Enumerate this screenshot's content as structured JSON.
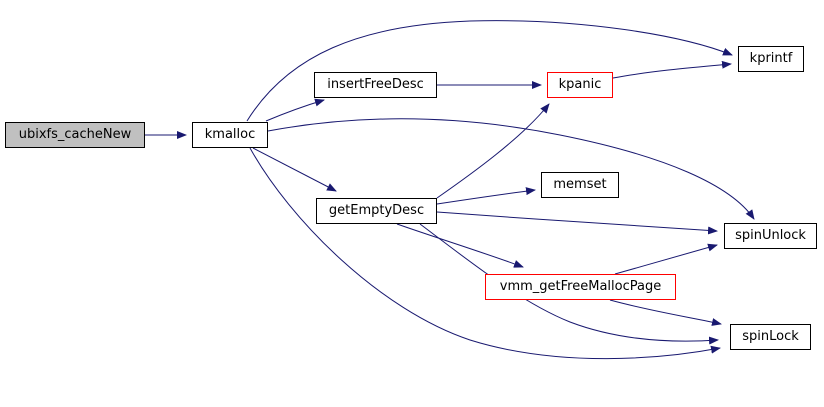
{
  "diagram": {
    "kind": "call-graph",
    "background_color": "#ffffff",
    "edge_color": "#191970",
    "node_border_color": "#000000",
    "highlight_border_color": "#ff0000",
    "current_node_fill": "#c0c0c0",
    "nodes": [
      {
        "id": "ubixfs_cacheNew",
        "label": "ubixfs_cacheNew",
        "fill": "#c0c0c0",
        "border": "#000000",
        "role": "current-function"
      },
      {
        "id": "kmalloc",
        "label": "kmalloc",
        "fill": "#ffffff",
        "border": "#000000",
        "role": "called-function"
      },
      {
        "id": "insertFreeDesc",
        "label": "insertFreeDesc",
        "fill": "#ffffff",
        "border": "#000000",
        "role": "called-function"
      },
      {
        "id": "kpanic",
        "label": "kpanic",
        "fill": "#ffffff",
        "border": "#ff0000",
        "role": "called-function-truncated"
      },
      {
        "id": "kprintf",
        "label": "kprintf",
        "fill": "#ffffff",
        "border": "#000000",
        "role": "called-function"
      },
      {
        "id": "getEmptyDesc",
        "label": "getEmptyDesc",
        "fill": "#ffffff",
        "border": "#000000",
        "role": "called-function"
      },
      {
        "id": "memset",
        "label": "memset",
        "fill": "#ffffff",
        "border": "#000000",
        "role": "called-function"
      },
      {
        "id": "spinUnlock",
        "label": "spinUnlock",
        "fill": "#ffffff",
        "border": "#000000",
        "role": "called-function"
      },
      {
        "id": "vmm_getFreeMallocPage",
        "label": "vmm_getFreeMallocPage",
        "fill": "#ffffff",
        "border": "#ff0000",
        "role": "called-function-truncated"
      },
      {
        "id": "spinLock",
        "label": "spinLock",
        "fill": "#ffffff",
        "border": "#000000",
        "role": "called-function"
      }
    ],
    "edges": [
      {
        "from": "ubixfs_cacheNew",
        "to": "kmalloc"
      },
      {
        "from": "kmalloc",
        "to": "insertFreeDesc"
      },
      {
        "from": "kmalloc",
        "to": "kprintf"
      },
      {
        "from": "kmalloc",
        "to": "getEmptyDesc"
      },
      {
        "from": "kmalloc",
        "to": "spinUnlock"
      },
      {
        "from": "kmalloc",
        "to": "spinLock"
      },
      {
        "from": "insertFreeDesc",
        "to": "kpanic"
      },
      {
        "from": "kpanic",
        "to": "kprintf"
      },
      {
        "from": "getEmptyDesc",
        "to": "kpanic"
      },
      {
        "from": "getEmptyDesc",
        "to": "memset"
      },
      {
        "from": "getEmptyDesc",
        "to": "spinUnlock"
      },
      {
        "from": "getEmptyDesc",
        "to": "vmm_getFreeMallocPage"
      },
      {
        "from": "getEmptyDesc",
        "to": "spinLock"
      },
      {
        "from": "vmm_getFreeMallocPage",
        "to": "spinUnlock"
      },
      {
        "from": "vmm_getFreeMallocPage",
        "to": "spinLock"
      }
    ]
  }
}
